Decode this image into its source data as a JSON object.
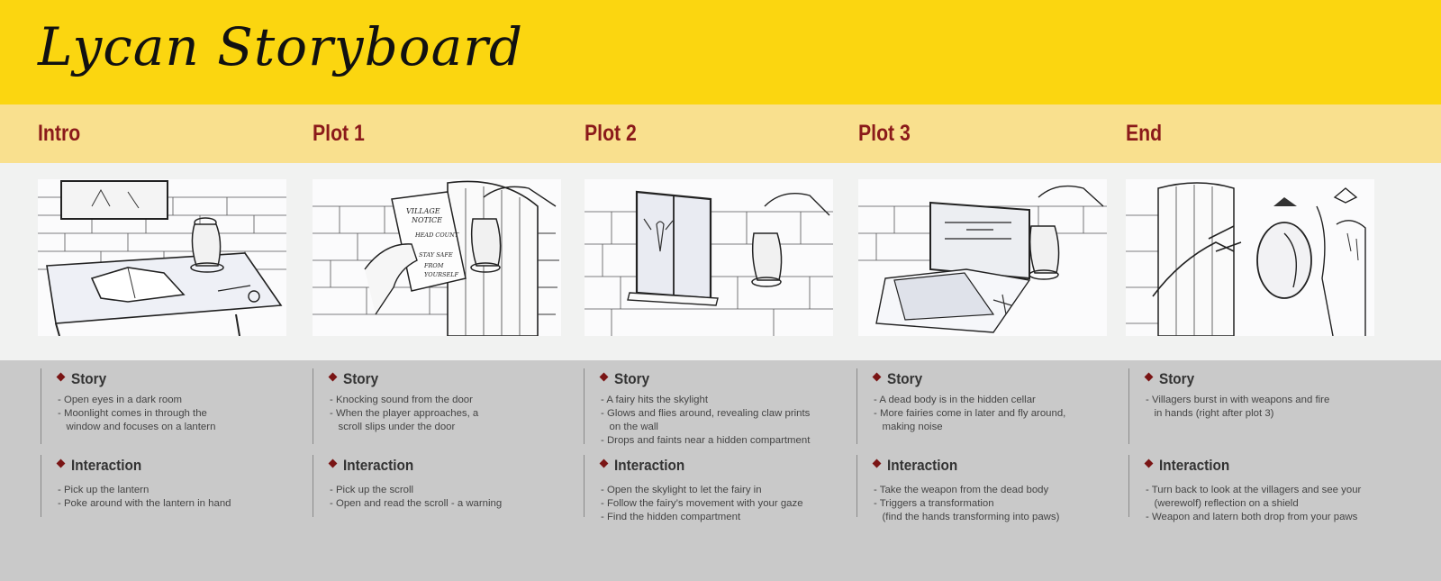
{
  "title": "Lycan Storyboard",
  "columns": [
    {
      "heading": "Intro",
      "story_label": "Story",
      "story": [
        "- Open eyes in a dark room",
        "- Moonlight comes in through the",
        "   window and focuses on a lantern"
      ],
      "interaction_label": "Interaction",
      "interaction": [
        "- Pick up the lantern",
        "- Poke around with the lantern in hand"
      ]
    },
    {
      "heading": "Plot 1",
      "story_label": "Story",
      "story": [
        "- Knocking sound from the door",
        "- When the player approaches, a",
        "   scroll slips under the door"
      ],
      "interaction_label": "Interaction",
      "interaction": [
        "- Pick up the scroll",
        "- Open and read the scroll - a warning"
      ]
    },
    {
      "heading": "Plot 2",
      "story_label": "Story",
      "story": [
        "- A fairy hits the skylight",
        "- Glows and flies around, revealing claw prints",
        "   on the wall",
        "- Drops and faints near a hidden compartment"
      ],
      "interaction_label": "Interaction",
      "interaction": [
        "- Open the skylight to let the fairy in",
        "- Follow the fairy’s movement with your gaze",
        "- Find the hidden compartment"
      ]
    },
    {
      "heading": "Plot 3",
      "story_label": "Story",
      "story": [
        "- A dead body is in the hidden cellar",
        "- More fairies come in later and fly around,",
        "   making noise"
      ],
      "interaction_label": "Interaction",
      "interaction": [
        "- Take the weapon from the dead body",
        "- Triggers a transformation",
        "   (find the hands transforming into paws)"
      ]
    },
    {
      "heading": "End",
      "story_label": "Story",
      "story": [
        "- Villagers burst in with weapons and fire",
        "   in hands (right after plot 3)"
      ],
      "interaction_label": "Interaction",
      "interaction": [
        "- Turn back to look at the villagers and see your",
        "   (werewolf) reflection on a shield",
        "- Weapon and latern both drop from your paws"
      ]
    }
  ],
  "sketch_notice": [
    "VILLAGE",
    "NOTICE",
    "HEAD COUNT",
    "STAY SAFE",
    "FROM",
    "YOURSELF"
  ],
  "colors": {
    "header": "#fbd610",
    "band": "#f9e08e",
    "heading": "#8b1a1a",
    "details": "#c9c9c9"
  }
}
